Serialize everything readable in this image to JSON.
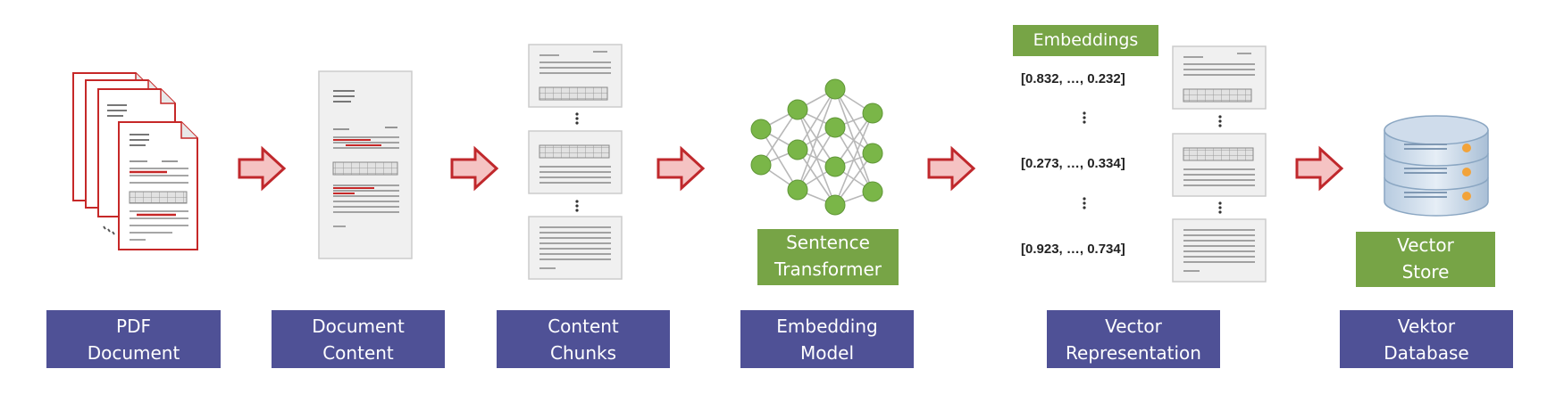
{
  "stages": [
    {
      "id": "pdf",
      "line1": "PDF",
      "line2": "Document"
    },
    {
      "id": "content",
      "line1": "Document",
      "line2": "Content"
    },
    {
      "id": "chunks",
      "line1": "Content",
      "line2": "Chunks"
    },
    {
      "id": "embedding-model",
      "line1": "Embedding",
      "line2": "Model"
    },
    {
      "id": "vector-rep",
      "line1": "Vector",
      "line2": "Representation"
    },
    {
      "id": "vector-db",
      "line1": "Vektor",
      "line2": "Database"
    }
  ],
  "tags": {
    "embeddings": "Embeddings",
    "transformer": {
      "line1": "Sentence",
      "line2": "Transformer"
    },
    "store": {
      "line1": "Vector",
      "line2": "Store"
    }
  },
  "vectors": [
    "[0.832, …, 0.232]",
    "[0.273, …, 0.334]",
    "[0.923, …, 0.734]"
  ],
  "colors": {
    "label_bg": "#4f5196",
    "tag_green": "#77a446",
    "arrow_stroke": "#c0282c",
    "arrow_fill": "#f5c3c3",
    "node_green": "#7ab648"
  },
  "icons": [
    "stacked-pdf-pages-icon",
    "document-page-icon",
    "chunk-page-icon",
    "neural-network-icon",
    "database-icon"
  ]
}
